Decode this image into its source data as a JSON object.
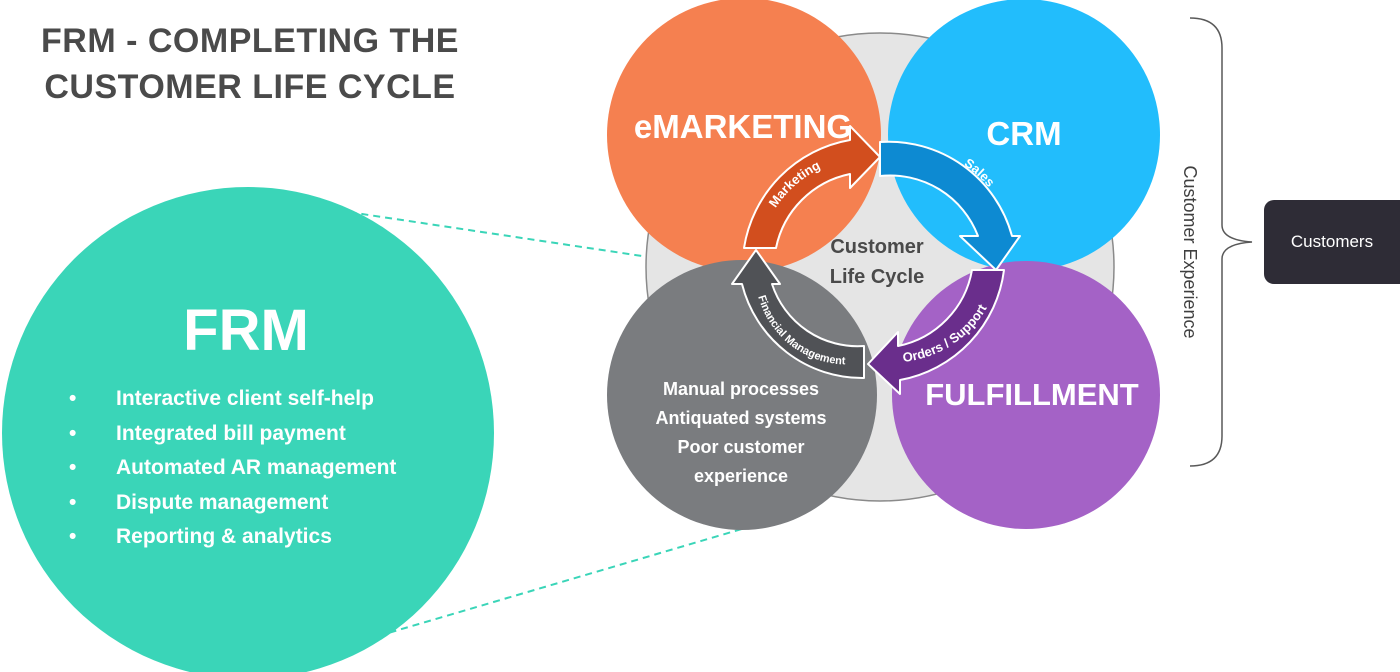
{
  "title": {
    "line1": "FRM - COMPLETING THE",
    "line2": "CUSTOMER LIFE CYCLE"
  },
  "frm": {
    "heading": "FRM",
    "items": [
      "Interactive client self-help",
      "Integrated bill payment",
      "Automated AR management",
      "Dispute management",
      "Reporting & analytics"
    ]
  },
  "cycle": {
    "center_line1": "Customer",
    "center_line2": "Life Cycle",
    "emarketing": "eMARKETING",
    "crm": "CRM",
    "fulfillment": "FULFILLMENT",
    "gray_lines": [
      "Manual processes",
      "Antiquated systems",
      "Poor customer",
      "experience"
    ],
    "arrows": {
      "marketing": "Marketing",
      "sales": "Sales",
      "orders_support": "Orders / Support",
      "financial_management": "Financial Management"
    }
  },
  "customer_experience": "Customer Experience",
  "customers": "Customers",
  "colors": {
    "teal": "#3ad5b8",
    "orange": "#f58050",
    "blue": "#22bdfc",
    "purple": "#a462c6",
    "gray": "#7a7c7f",
    "center": "#e5e5e5",
    "title": "#4a4a4a"
  }
}
